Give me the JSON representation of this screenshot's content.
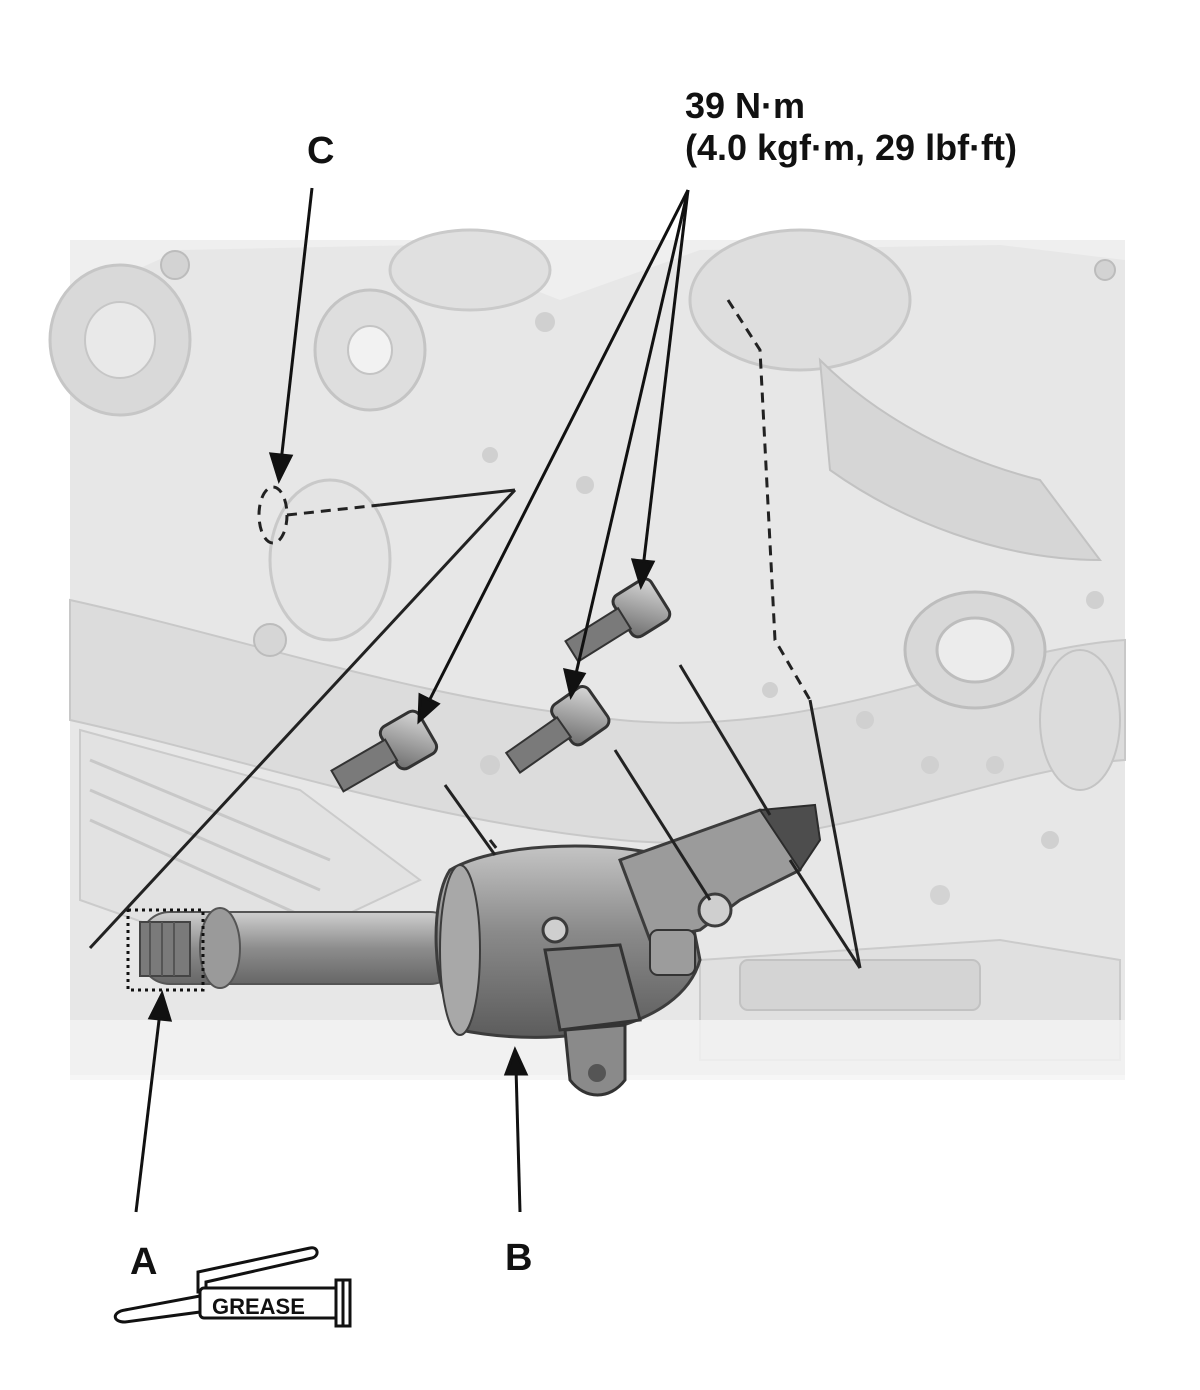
{
  "torque": {
    "line1": "39 N·m",
    "line2": "(4.0 kgf·m, 29 lbf·ft)"
  },
  "callouts": {
    "a": "A",
    "b": "B",
    "c": "C"
  },
  "grease_symbol": {
    "label": "GREASE",
    "icon": "grease-gun-icon"
  },
  "colors": {
    "background_component": "#e6e6e6",
    "highlight_component": "#8f8f8f",
    "leader_line": "#111111"
  }
}
